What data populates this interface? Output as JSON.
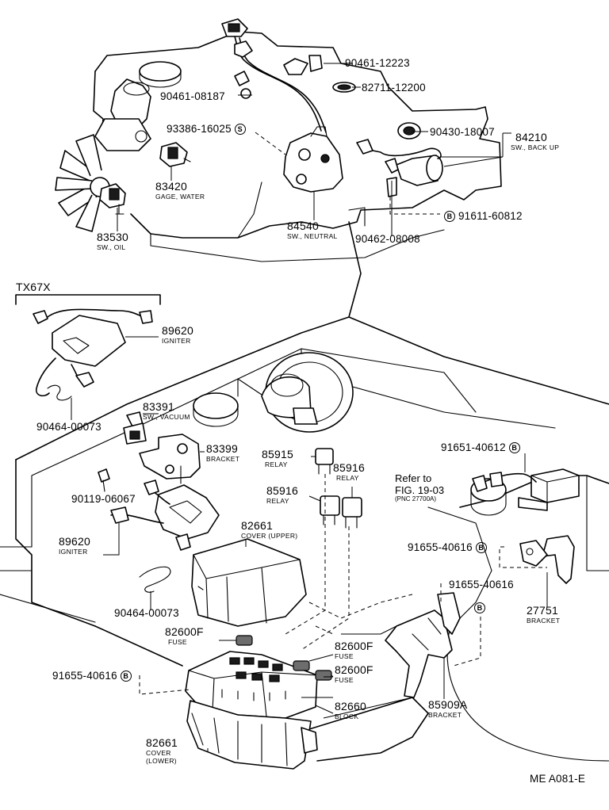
{
  "variant_label": "TX67X",
  "drawing_code": "ME A081-E",
  "sub_mark": "B",
  "sub_mark_s": "S",
  "reference": {
    "line1": "Refer to",
    "line2": "FIG. 19-03",
    "line3": "(PNC 27700A)"
  },
  "parts": {
    "p90461_12223": "90461-12223",
    "p82711_12200": "82711-12200",
    "p90461_08187": "90461-08187",
    "p93386_16025": "93386-16025",
    "p90430_18007": "90430-18007",
    "p84210": "84210",
    "p84210_desc": "SW., BACK UP",
    "p83420": "83420",
    "p83420_desc": "GAGE, WATER",
    "p91611_60812": "91611-60812",
    "p84540": "84540",
    "p84540_desc": "SW., NEUTRAL",
    "p83530": "83530",
    "p83530_desc": "SW., OIL",
    "p90462_08008": "90462-08008",
    "p89620a": "89620",
    "p89620a_desc": "IGNITER",
    "p90464_00073a": "90464-00073",
    "p83391": "83391",
    "p83391_desc": "SW., VACUUM",
    "p83399": "83399",
    "p83399_desc": "BRACKET",
    "p85915": "85915",
    "p85915_desc": "RELAY",
    "p85916a": "85916",
    "p85916a_desc": "RELAY",
    "p85916b": "85916",
    "p85916b_desc": "RELAY",
    "p91651_40612": "91651-40612",
    "p90119_06067": "90119-06067",
    "p82661u": "82661",
    "p82661u_desc": "COVER (UPPER)",
    "p89620b": "89620",
    "p89620b_desc": "IGNITER",
    "p91655_40616a": "91655-40616",
    "p91655_40616b": "91655-40616",
    "p91655_40616c": "91655-40616",
    "p90464_00073b": "90464-00073",
    "p82600f_a": "82600F",
    "p82600f_a_desc": "FUSE",
    "p82600f_b": "82600F",
    "p82600f_b_desc": "FUSE",
    "p82600f_c": "82600F",
    "p82600f_c_desc": "FUSE",
    "p27751": "27751",
    "p27751_desc": "BRACKET",
    "p82660": "82660",
    "p82660_desc": "BLOCK",
    "p85909a": "85909A",
    "p85909a_desc": "BRACKET",
    "p82661l": "82661",
    "p82661l_desc1": "COVER",
    "p82661l_desc2": "(LOWER)"
  }
}
